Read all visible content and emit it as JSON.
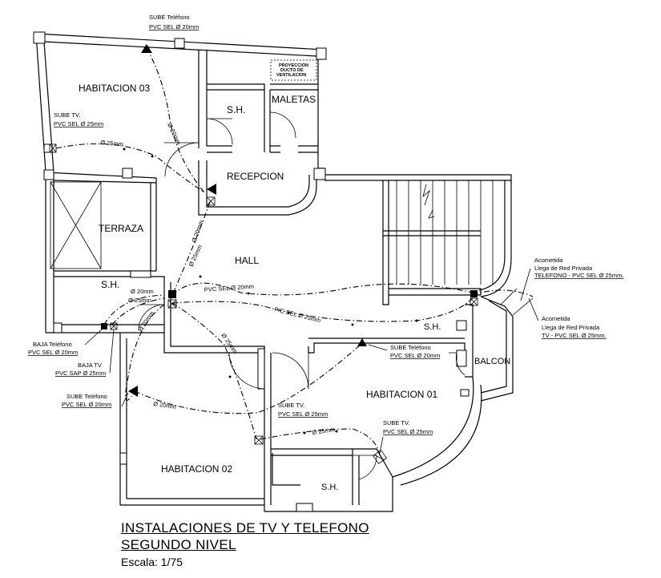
{
  "title": {
    "line1": "INSTALACIONES DE TV Y TELEFONO",
    "line2": "SEGUNDO NIVEL",
    "scale": "Escala: 1/75"
  },
  "rooms": {
    "habitacion03": "HABITACION 03",
    "sh_top": "S.H.",
    "maletas": "MALETAS",
    "recepcion": "RECEPCION",
    "terraza": "TERRAZA",
    "hall": "HALL",
    "sh_left": "S.H.",
    "sh_right": "S.H.",
    "balcon": "BALCON",
    "habitacion01": "HABITACION 01",
    "habitacion02": "HABITACION 02",
    "sh_bottom": "S.H."
  },
  "ventilation": [
    "PROYECCION",
    "DUCTO DE",
    "VENTILACION"
  ],
  "notes": {
    "top_phone": {
      "l1": "SUBE Teléfono",
      "l2": "PVC SEL Ø 20mm"
    },
    "left_tv": {
      "l1": "SUBE TV.",
      "l2": "PVC SEL Ø 25mm"
    },
    "baja_tel": {
      "l1": "BAJA Teléfono",
      "l2": "PVC SEL Ø 20mm"
    },
    "baja_tv": {
      "l1": "BAJA TV",
      "l2": "PVC SAP Ø 25mm"
    },
    "sube_tel_left": {
      "l1": "SUBE Teléfono",
      "l2": "PVC SEL Ø 20mm"
    },
    "sube_tel_hab01": {
      "l1": "SUBE Teléfono",
      "l2": "PVC SEL Ø 20mm"
    },
    "sube_tv_center": {
      "l1": "SUBE TV.",
      "l2": "PVC SEL Ø 25mm"
    },
    "sube_tv_right": {
      "l1": "SUBE TV.",
      "l2": "PVC SEL Ø 25mm"
    },
    "acometida_tel": {
      "l1": "Acometida",
      "l2": "Llega de Red Privada",
      "l3": "TELEFONO -  PVC SEL Ø 25mm."
    },
    "acometida_tv": {
      "l1": "Acometida",
      "l2": "Llega de Red Privada",
      "l3": "TV -  PVC SEL Ø 25mm."
    }
  },
  "dims": {
    "d25_top": "Ø 25mm",
    "d20_diag": "Ø 20mm",
    "d20_hall": "Ø 20mm",
    "d25_hall": "Ø 25mm",
    "pvc20": "PVC SEL Ø 20mm",
    "pvc25": "P/C SEL Ø 25mm",
    "d20_left1": "Ø 20mm",
    "d25_left2": "Ø 25mm",
    "d20_left3": "Ø 20mm",
    "d25_down": "Ø 25mm",
    "d20_bottom": "Ø 20mm",
    "d25_bottom": "Ø 25mm"
  }
}
